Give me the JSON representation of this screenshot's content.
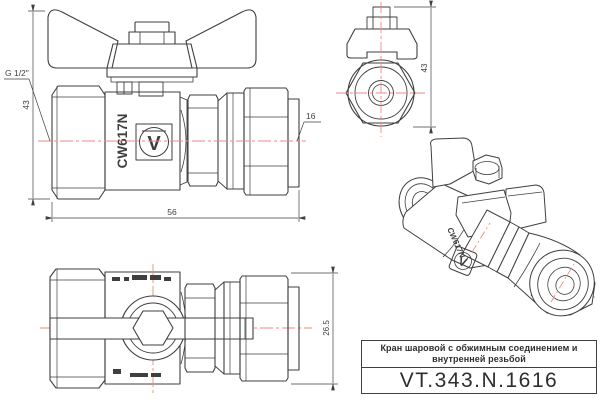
{
  "drawing": {
    "dimensions": {
      "thread_label": "G 1/2\"",
      "front_height": "43",
      "front_length": "56",
      "pipe_size": "16",
      "side_height": "43",
      "top_width": "26.5"
    },
    "markings": {
      "body_alloy": "CW617N",
      "logo_letter": "V"
    },
    "title_block": {
      "name_line1": "Кран шаровой с обжимным соединением и",
      "name_line2": "внутренней резьбой",
      "article": "VT.343.N.1616"
    },
    "colors": {
      "line": "#3f3f3f",
      "centerline": "#f08a82",
      "background": "#ffffff"
    }
  }
}
